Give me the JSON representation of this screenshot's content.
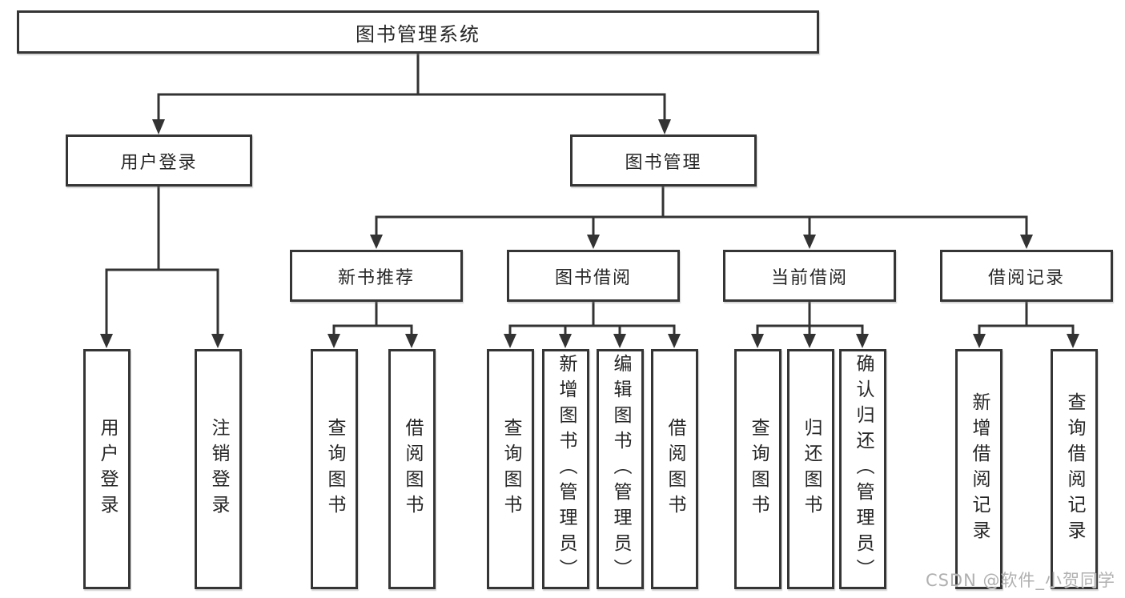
{
  "diagram": {
    "root": {
      "label": "图书管理系统"
    },
    "level2": {
      "user_login": {
        "label": "用户登录"
      },
      "book_management": {
        "label": "图书管理"
      }
    },
    "level3": {
      "new_book_recommendation": {
        "label": "新书推荐"
      },
      "book_borrowing": {
        "label": "图书借阅"
      },
      "current_borrowing": {
        "label": "当前借阅"
      },
      "borrowing_records": {
        "label": "借阅记录"
      }
    },
    "leaves": {
      "user_login": {
        "label": "用户登录"
      },
      "logout": {
        "label": "注销登录"
      },
      "query_books_recommend": {
        "label": "查询图书"
      },
      "borrow_books_recommend": {
        "label": "借阅图书"
      },
      "query_books_borrow": {
        "label": "查询图书"
      },
      "add_books_admin": {
        "label": "新增图书（管理员）"
      },
      "edit_books_admin": {
        "label": "编辑图书（管理员）"
      },
      "borrow_books_borrow": {
        "label": "借阅图书"
      },
      "query_books_current": {
        "label": "查询图书"
      },
      "return_books": {
        "label": "归还图书"
      },
      "confirm_return_admin": {
        "label": "确认归还（管理员）"
      },
      "add_borrow_record": {
        "label": "新增借阅记录"
      },
      "query_borrow_record": {
        "label": "查询借阅记录"
      }
    }
  },
  "watermark": {
    "text": "CSDN @软件_小贺同学"
  },
  "colors": {
    "line": "#333333",
    "box_border": "#353535",
    "text": "#262626",
    "watermark": "#b0b0b0",
    "background": "#ffffff"
  }
}
